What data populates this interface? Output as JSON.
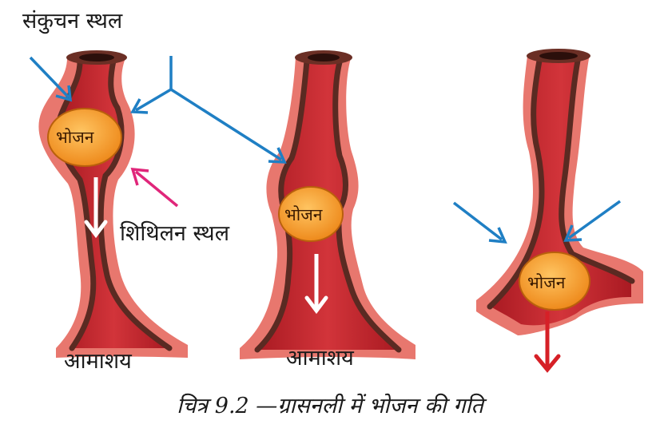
{
  "labels": {
    "contraction": "संकुचन स्थल",
    "relaxation": "शिथिलन स्थल",
    "stomach": "आमाशय",
    "food": "भोजन"
  },
  "caption": "चित्र 9.2 —ग्रासनली में भोजन की गति",
  "colors": {
    "tube_outer": "#e8776e",
    "tube_wall": "#5a2a22",
    "lumen": "#c4262c",
    "food": "#f39a2a",
    "arrow_blue": "#1f7fc4",
    "arrow_pink": "#e0267a",
    "arrow_white": "#ffffff",
    "arrow_red": "#d62027"
  }
}
